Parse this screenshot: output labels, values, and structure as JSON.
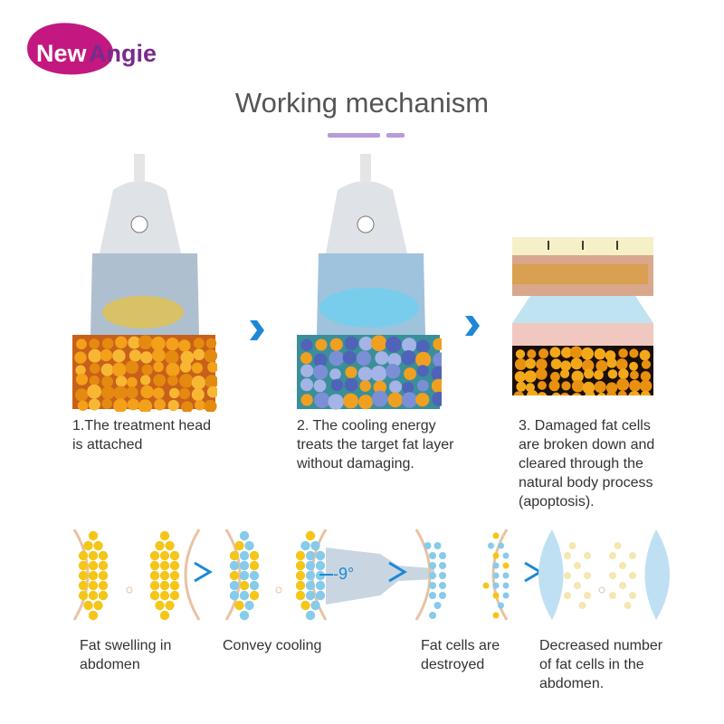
{
  "logo": {
    "text_new": "New",
    "text_angie": "Angie",
    "colors": {
      "blob": "#c2187f",
      "angie": "#7a2a8c"
    }
  },
  "title": "Working mechanism",
  "accent": "#b79ad6",
  "steps": [
    {
      "caption": [
        "1.The treatment head",
        "is attached"
      ]
    },
    {
      "caption": [
        "2. The cooling energy",
        "treats the target fat layer",
        "without damaging."
      ]
    },
    {
      "caption": [
        "3. Damaged fat cells",
        "are broken down and",
        "cleared through the",
        "natural body process",
        "(apoptosis)."
      ]
    }
  ],
  "arrow_color": "#1e88d6",
  "process": {
    "temperature": "-9°",
    "captions": [
      [
        "Fat swelling in",
        "abdomen"
      ],
      [
        "Convey cooling"
      ],
      [
        "Fat cells are",
        "destroyed"
      ],
      [
        "Decreased number",
        "of fat cells in the",
        "abdomen."
      ]
    ],
    "colors": {
      "fat": "#f5c518",
      "cooled": "#86cbea",
      "skin": "#e8c2a4"
    }
  }
}
